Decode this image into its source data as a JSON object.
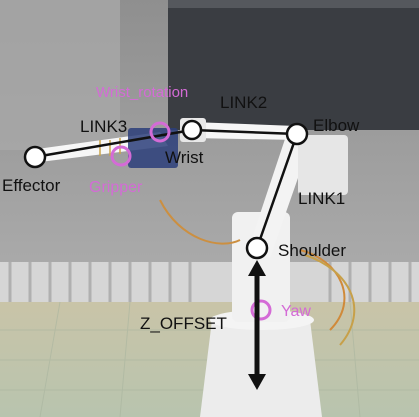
{
  "labels": {
    "link1": "LINK1",
    "link2": "LINK2",
    "link3": "LINK3",
    "elbow": "Elbow",
    "wrist": "Wrist",
    "effector": "Effector",
    "shoulder": "Shoulder",
    "z_offset": "Z_OFFSET",
    "wrist_rotation": "Wrist_rotation",
    "gripper": "Gripper",
    "yaw": "Yaw"
  },
  "colors": {
    "joint_black": "#111111",
    "annotation_pink": "#d46bd6",
    "photo_background": "#9a9a9a"
  }
}
